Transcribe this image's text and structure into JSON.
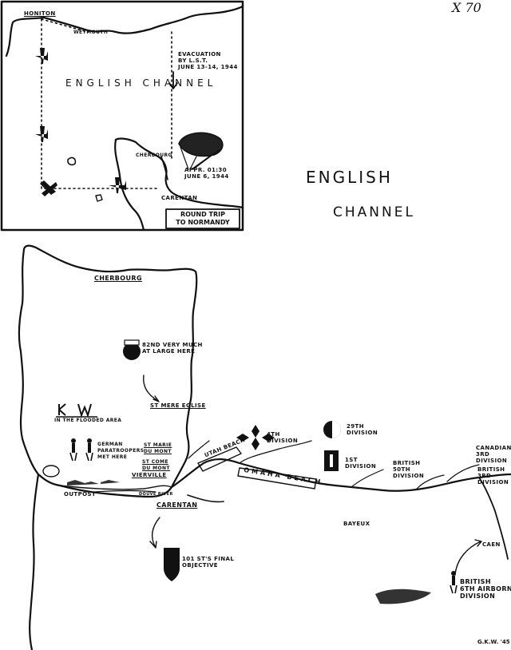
{
  "corner_note": "X 70",
  "signature": "G.K.W. '45",
  "main_title": {
    "line1": "ENGLISH",
    "line2": "CHANNEL"
  },
  "inset": {
    "sea_label": "ENGLISH   CHANNEL",
    "honiton": "HONITON",
    "weymouth": "WEYMOUTH",
    "evacuation": "EVACUATION\nBY L.S.T.\nJUNE 13-14, 1944",
    "cherbourg": "CHERBOURG",
    "carentan": "CARENTAN",
    "approach": "APPR. 01:30\nJUNE 6, 1944",
    "title": "ROUND TRIP\nTO NORMANDY"
  },
  "places": {
    "cherbourg": "CHERBOURG",
    "st_mere_eglise": "ST MERE EGLISE",
    "carentan": "CARENTAN",
    "vierville": "VIERVILLE",
    "outpost": "OUTPOST",
    "bayeux": "BAYEUX",
    "caen": "CAEN",
    "st_marie": "ST MARIE\nDU MONT",
    "st_come": "ST COME\nDU MONT",
    "douve": "DOUVE RIVER"
  },
  "beaches": {
    "utah": "UTAH BEACH",
    "omaha": "OMAHA BEACH"
  },
  "annotations": {
    "d82": "82ND VERY MUCH\nAT LARGE HERE",
    "flooded": "IN THE FLOODED AREA",
    "german": "GERMAN\nPARATROOPERS\nMET HERE",
    "d101": "101 ST'S FINAL\nOBJECTIVE",
    "d4": "4TH\nDIVISION",
    "d29": "29TH\nDIVISION",
    "d1": "1ST\nDIVISION",
    "brit50": "BRITISH\n50TH\nDIVISION",
    "can3": "CANADIAN\n3RD\nDIVISION",
    "brit3": "BRITISH\n3RD\nDIVISION",
    "brit6": "BRITISH\n6TH AIRBORNE\nDIVISION"
  }
}
